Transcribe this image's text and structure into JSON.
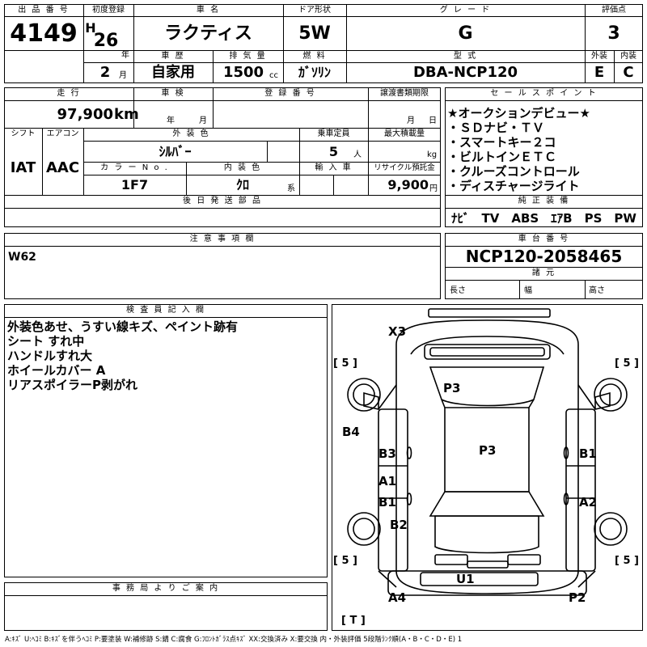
{
  "labels": {
    "lot_number": "出 品 番 号",
    "first_registration": "初度登録",
    "car_name": "車 名",
    "door_type": "ドア形状",
    "grade": "グ レ ー ド",
    "score": "評価点",
    "history": "車 歴",
    "displacement": "排 気 量",
    "fuel": "燃 料",
    "model": "型 式",
    "exterior": "外装",
    "interior": "内装",
    "mileage": "走 行",
    "inspection": "車 検",
    "registration_no": "登 録 番 号",
    "transfer_deadline": "譲渡書類期限",
    "sales_points": "セ ー ル ス ポ イ ン ト",
    "shift": "シフト",
    "aircon": "エアコン",
    "exterior_color": "外 装 色",
    "capacity": "乗車定員",
    "max_load": "最大積載量",
    "color_no": "カ ラ ー N o .",
    "interior_color": "内 装 色",
    "import": "輸 入 車",
    "recycle": "リサイクル預託金",
    "later_parts": "後 日 発 送 部 品",
    "genuine_equipment": "純 正 装 備",
    "notes": "注 意 事 項 欄",
    "chassis_no": "車 台 番 号",
    "dimensions": "諸 元",
    "inspector": "検 査 員 記 入 欄",
    "office": "事 務 局 よ り ご 案 内"
  },
  "units": {
    "year": "年",
    "month": "月",
    "day": "日",
    "cc": "cc",
    "km": "km",
    "persons": "人",
    "kg": "kg",
    "yen": "円",
    "kei": "系",
    "length": "長さ",
    "width": "幅",
    "height": "高さ"
  },
  "values": {
    "lot_number": "4149",
    "era": "H",
    "reg_year": "26",
    "reg_month": "2",
    "car_name": "ラクティス",
    "door_type": "5W",
    "grade": "G",
    "score": "3",
    "history": "自家用",
    "displacement": "1500",
    "fuel": "ｶﾞｿﾘﾝ",
    "model": "DBA-NCP120",
    "exterior_score": "E",
    "interior_score": "C",
    "mileage": "97,900",
    "shift": "IAT",
    "aircon": "AAC",
    "exterior_color": "ｼﾙﾊﾞｰ",
    "capacity": "5",
    "color_no": "1F7",
    "interior_color": "ｸﾛ",
    "recycle": "9,900",
    "sales_points": [
      "★オークションデビュー★",
      "・ＳＤナビ・ＴＶ",
      "・スマートキー２コ",
      "・ビルトインＥＴＣ",
      "・クルーズコントロール",
      "・ディスチャージライト"
    ],
    "genuine_equipment": "ﾅﾋﾞ　TV　ABS　ｴｱB　PS　PW",
    "notes": "W62",
    "chassis_no": "NCP120-2058465",
    "inspector_notes": [
      "外装色あせ、うすい線キズ、ペイント跡有",
      "シート すれ中",
      "ハンドルすれ大",
      "ホイールカバー A",
      "リアスポイラーP剥がれ"
    ]
  },
  "diagram": {
    "marks": {
      "x3": "X3",
      "p3_top": "P3",
      "b4": "B4",
      "b3": "B3",
      "p3_mid": "P3",
      "b1_right": "B1",
      "a1": "A1",
      "b1_left": "B1",
      "a2": "A2",
      "b2": "B2",
      "u1": "U1",
      "a4": "A4",
      "p2": "P2"
    },
    "tires": {
      "front_left": "[ 5 ]",
      "front_right": "[ 5 ]",
      "rear_left": "[ 5 ]",
      "rear_right": "[ 5 ]",
      "spare": "[ T ]"
    }
  },
  "legend": "A:ｷｽﾞ U:ﾍｺﾐ B:ｷｽﾞを伴うﾍｺﾐ P:要塗装 W:補修跡 S:錆 C:腐食 G:ﾌﾛﾝﾄｶﾞﾗｽ点ｷｽﾞ XX:交換済み X:要交換 内・外装評価 5段階ﾗﾝｸ順(A・B・C・D・E) 1"
}
